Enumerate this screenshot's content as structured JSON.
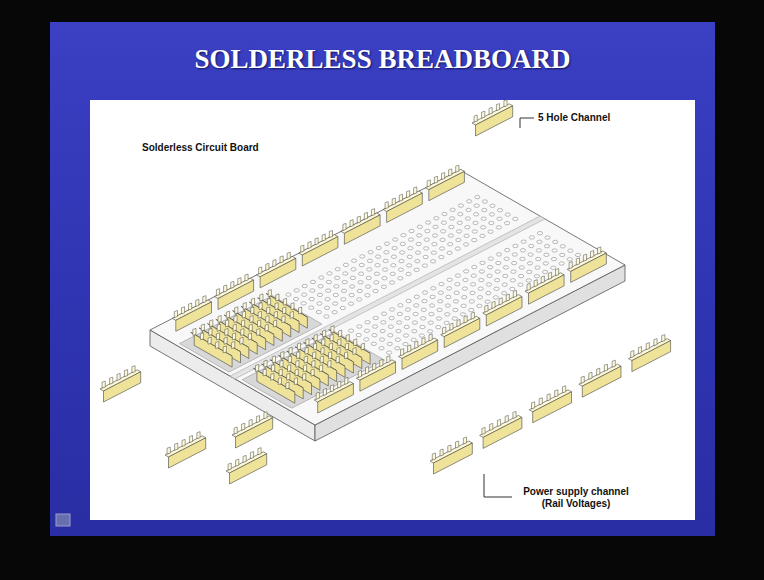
{
  "diagram": {
    "title": "SOLDERLESS BREADBOARD",
    "labels": [
      "Solderless Circuit Board",
      "5 Hole Channel",
      "Power supply channel (Rail Voltages)"
    ]
  }
}
